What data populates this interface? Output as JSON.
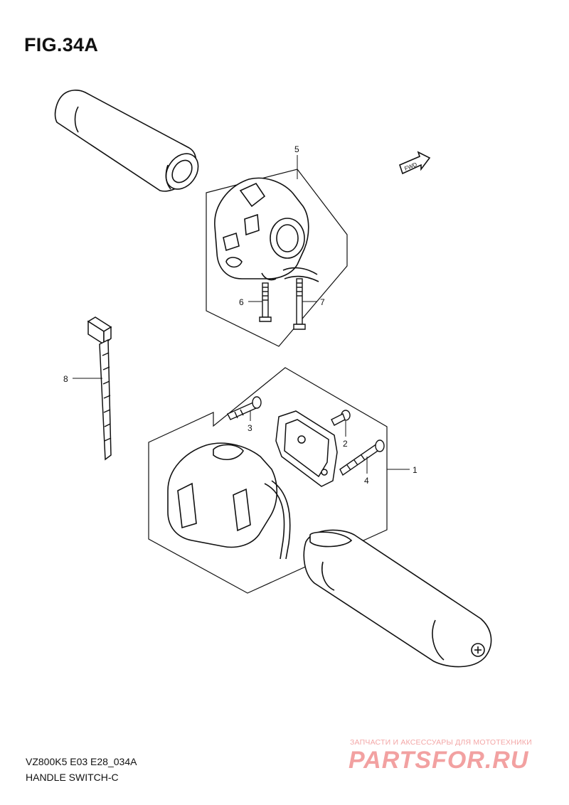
{
  "figure": {
    "title": "FIG.34A",
    "drawing_code": "VZ800K5 E03 E28_034A",
    "drawing_name": "HANDLE SWITCH-C"
  },
  "fwd_arrow_label": "FWD",
  "callouts": [
    {
      "id": "1",
      "text": "1"
    },
    {
      "id": "2",
      "text": "2"
    },
    {
      "id": "3",
      "text": "3"
    },
    {
      "id": "4",
      "text": "4"
    },
    {
      "id": "5",
      "text": "5"
    },
    {
      "id": "6",
      "text": "6"
    },
    {
      "id": "7",
      "text": "7"
    },
    {
      "id": "8",
      "text": "8"
    }
  ],
  "watermark": {
    "tagline": "ЗАПЧАСТИ И АКСЕССУАРЫ ДЛЯ МОТОТЕХНИКИ",
    "logo": "PARTSFOR.RU"
  }
}
